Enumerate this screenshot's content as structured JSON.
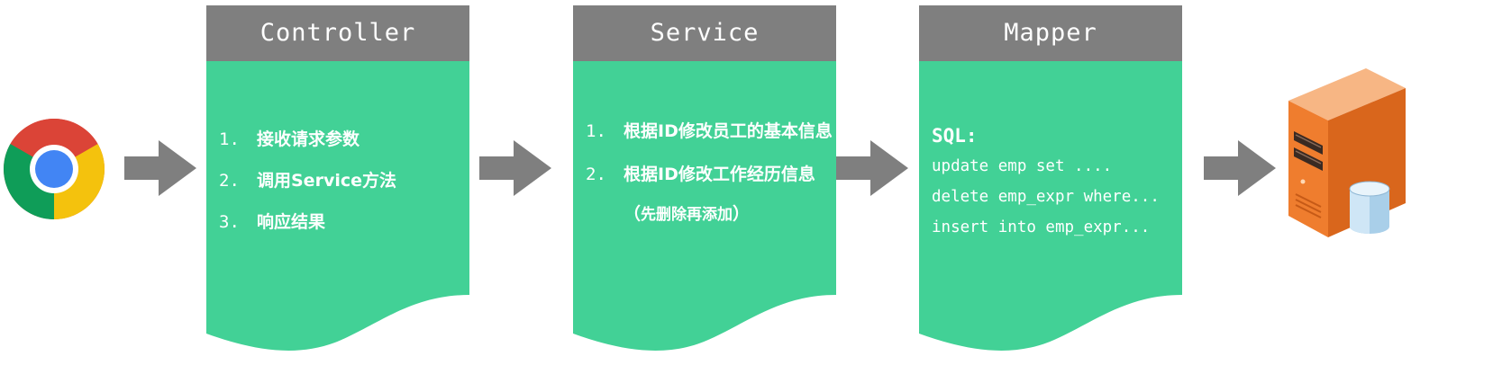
{
  "colors": {
    "header": "#7f7f7f",
    "body": "#42d196",
    "arrow": "#7f7f7f",
    "text": "#ffffff"
  },
  "icons": {
    "browser": "chrome-browser-icon",
    "database": "database-server-icon"
  },
  "controller": {
    "title": "Controller",
    "steps": [
      {
        "num": "1.",
        "text": "接收请求参数"
      },
      {
        "num": "2.",
        "text": "调用Service方法"
      },
      {
        "num": "3.",
        "text": "响应结果"
      }
    ]
  },
  "service": {
    "title": "Service",
    "steps": [
      {
        "num": "1.",
        "text": "根据ID修改员工的基本信息",
        "emphasis": ""
      },
      {
        "num": "2.",
        "text": "根据ID修改工作经历信息（",
        "emphasis": "先删除再添加",
        "suffix": "）"
      }
    ]
  },
  "mapper": {
    "title": "Mapper",
    "sql_label": "SQL:",
    "sql_lines": [
      "update emp set ....",
      "delete emp_expr where...",
      "insert into emp_expr..."
    ]
  }
}
